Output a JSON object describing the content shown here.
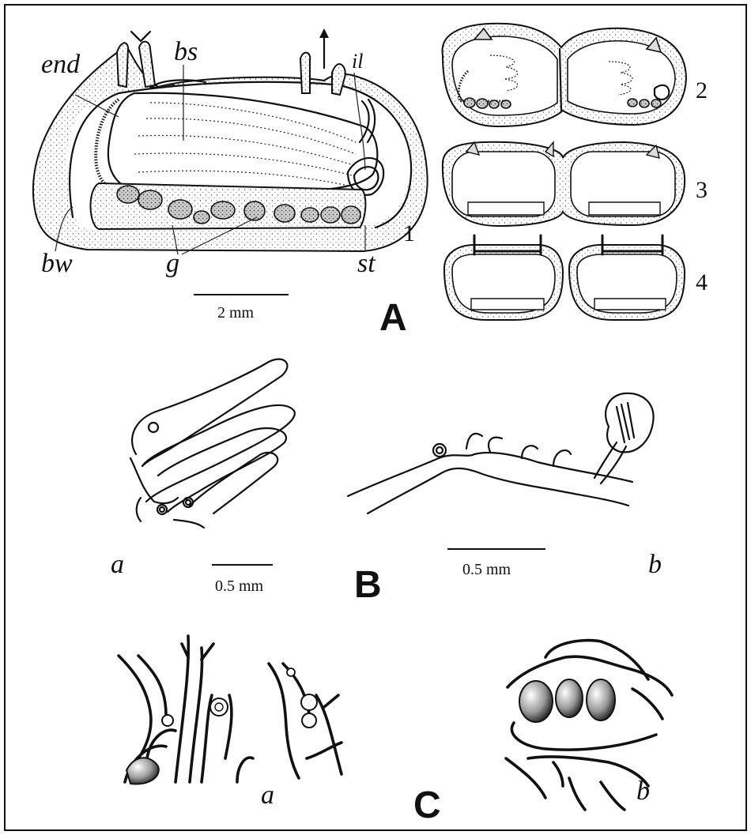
{
  "labels": {
    "end": "end",
    "bs": "bs",
    "il": "il",
    "bw": "bw",
    "g": "g",
    "st": "st",
    "fig1": "1",
    "fig2": "2",
    "fig3": "3",
    "fig4": "4"
  },
  "scale_bars": {
    "a_panel": "2 mm",
    "b_left": "0.5 mm",
    "b_right": "0.5 mm"
  },
  "panels": {
    "A": "A",
    "B": "B",
    "C": "C",
    "Ba": "a",
    "Bb": "b",
    "Ca": "a",
    "Cb": "b"
  }
}
